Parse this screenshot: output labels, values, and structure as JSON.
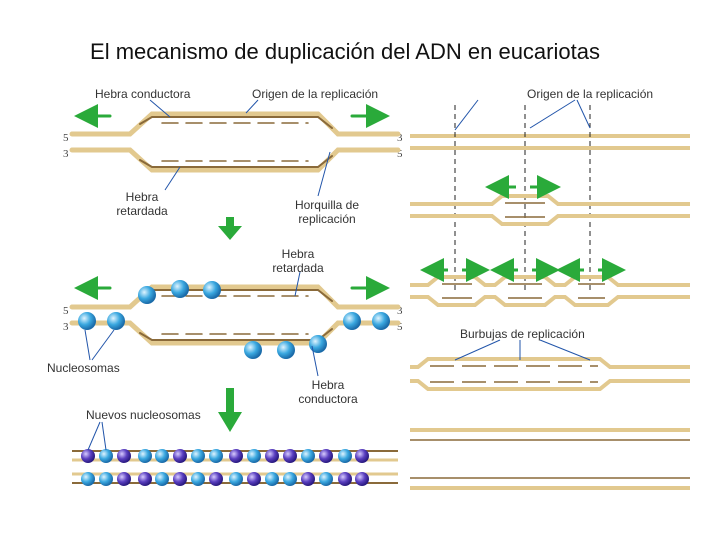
{
  "title": "El mecanismo de duplicación del ADN en eucariotas",
  "labels": {
    "hebra_conductora_top": "Hebra conductora",
    "origen_replicacion_1": "Origen de la replicación",
    "origen_replicacion_2": "Origen de la replicación",
    "hebra_retardada_1": "Hebra retardada",
    "horquilla": "Horquilla de replicación",
    "hebra_retardada_2": "Hebra retardada",
    "burbujas": "Burbujas de replicación",
    "nucleosomas": "Nucleosomas",
    "hebra_conductora_2": "Hebra conductora",
    "nuevos_nucleosomas": "Nuevos nucleosomas"
  },
  "strand_ends": {
    "five": "5",
    "three": "3"
  },
  "colors": {
    "strand_tan": "#e2c98f",
    "strand_brown": "#8a6a3a",
    "arrow_green": "#2aaa3a",
    "nucleosome_blue": "#3aa8e0",
    "nucleosome_purple": "#5a3fc0"
  }
}
